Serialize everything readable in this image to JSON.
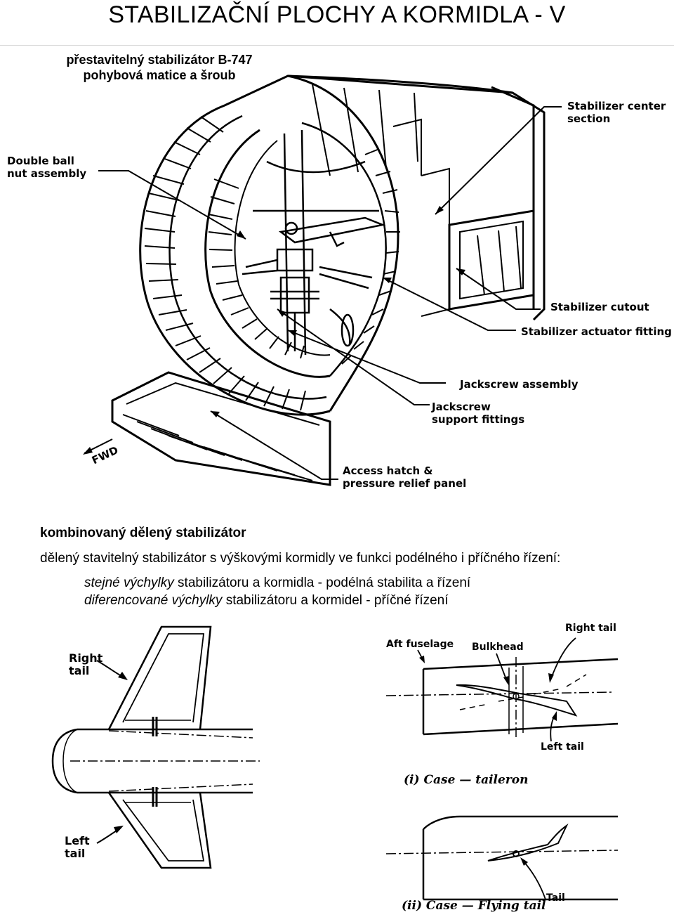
{
  "page": {
    "title": "STABILIZAČNÍ PLOCHY A KORMIDLA - V"
  },
  "figure_top": {
    "caption_line1": "přestavitelný stabilizátor B-747",
    "caption_line2": "pohybová matice a šroub",
    "labels": {
      "double_ball_1": "Double ball",
      "double_ball_2": "nut assembly",
      "center_1": "Stabilizer center",
      "center_2": "section",
      "cutout": "Stabilizer cutout",
      "actuator": "Stabilizer actuator fitting",
      "jackscrew_assembly": "Jackscrew assembly",
      "support_1": "Jackscrew",
      "support_2": "support fittings",
      "access_1": "Access hatch &",
      "access_2": "pressure relief panel",
      "fwd": "FWD"
    }
  },
  "text": {
    "heading": "kombinovaný dělený stabilizátor",
    "para": "dělený stavitelný stabilizátor s výškovými kormidly ve funkci podélného i příčného řízení:",
    "line1_italic": "stejné výchylky",
    "line1_rest": " stabilizátoru a kormidla - podélná stabilita a řízení",
    "line2_italic": "diferencované výchylky",
    "line2_rest": " stabilizátoru a kormidel - příčné řízení"
  },
  "figure_left": {
    "right_tail_1": "Right",
    "right_tail_2": "tail",
    "left_tail_1": "Left",
    "left_tail_2": "tail"
  },
  "figure_right": {
    "aft_fuselage": "Aft fuselage",
    "bulkhead": "Bulkhead",
    "right_tail": "Right tail",
    "left_tail": "Left tail",
    "case1_prefix": "(i) Case — ",
    "case1_name": "taileron",
    "tail": "Tail",
    "case2_prefix": "(ii) Case — ",
    "case2_name": "Flying tail"
  }
}
